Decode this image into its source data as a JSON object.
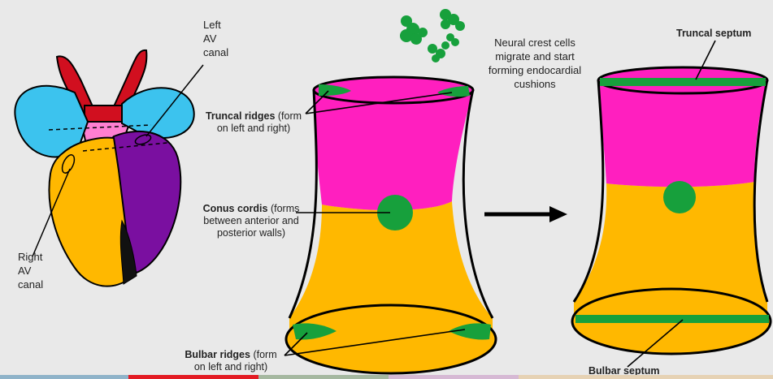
{
  "labels": {
    "left_av_canal": [
      "Left",
      "AV",
      "canal"
    ],
    "right_av_canal": [
      "Right",
      "AV",
      "canal"
    ],
    "neural_crest": [
      "Neural crest cells",
      "migrate and start",
      "forming endocardial",
      "cushions"
    ],
    "truncal_ridges": {
      "bold": "Truncal ridges",
      "rest": " (form",
      "line2": "on left and right)"
    },
    "conus_cordis": {
      "bold": "Conus cordis",
      "rest": " (forms",
      "line2": "between anterior and",
      "line3": "posterior walls)"
    },
    "bulbar_ridges": {
      "bold": "Bulbar ridges",
      "rest": " (form",
      "line2": "on left and right)"
    },
    "truncal_septum": "Truncal septum",
    "bulbar_septum": "Bulbar septum"
  },
  "colors": {
    "background": "#e9e9e9",
    "magenta": "#ff1fbf",
    "orange": "#ffb800",
    "green": "#17a03c",
    "blue": "#3cc3ee",
    "purple": "#7a0fa0",
    "red": "#d10f1f",
    "pink": "#ff7fd0"
  },
  "bottom_bar_colors": [
    "#8fb3c9",
    "#e31b23",
    "#a5b8a0",
    "#d6b9d4",
    "#e6d2b4"
  ]
}
